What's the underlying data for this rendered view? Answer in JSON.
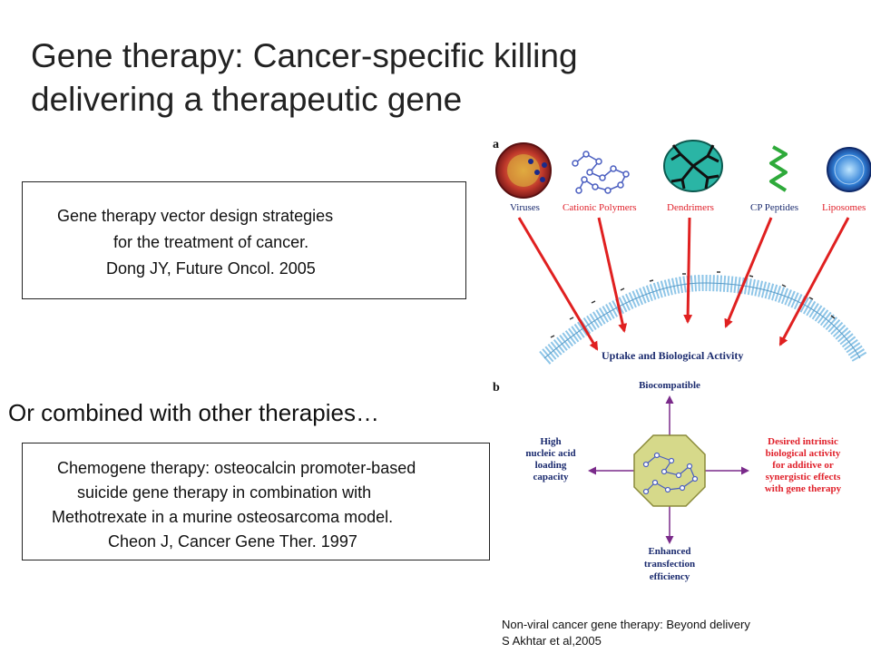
{
  "title": {
    "line1": "Gene therapy: Cancer-specific killing",
    "line2": "delivering a therapeutic gene"
  },
  "reference1": {
    "line1": "Gene therapy vector design strategies",
    "line2": "for the treatment of cancer.",
    "line3": "Dong JY, Future Oncol. 2005"
  },
  "subtitle": "Or combined with other therapies…",
  "reference2": {
    "line1": "Chemogene therapy: osteocalcin promoter-based",
    "line2": "suicide gene therapy in combination with",
    "line3": "Methotrexate in a murine osteosarcoma model.",
    "line4": "Cheon J, Cancer Gene Ther. 1997"
  },
  "figure": {
    "panel_a": {
      "label": "a",
      "vectors": [
        "Viruses",
        "Cationic Polymers",
        "Dendrimers",
        "CP Peptides",
        "Liposomes"
      ],
      "membrane_label": "Uptake and Biological Activity"
    },
    "panel_b": {
      "label": "b",
      "top": "Biocompatible",
      "left": [
        "High",
        "nucleic acid",
        "loading",
        "capacity"
      ],
      "right": [
        "Desired intrinsic",
        "biological activity",
        "for additive or",
        "synergistic effects",
        "with gene therapy"
      ],
      "bottom": [
        "Enhanced",
        "transfection",
        "efficiency"
      ]
    },
    "colors": {
      "arrow_red": "#e02020",
      "label_red": "#e0202a",
      "navy": "#1a2a6e",
      "membrane": "#8fc6e8",
      "virus": "#c0392b",
      "dendrimer": "#2ab5a5",
      "peptide": "#2eaa3a",
      "liposome": "#2f7fd6",
      "octagon": "#d6d98a",
      "purple_arrow": "#7a2a8a"
    }
  },
  "citation": {
    "line1": "Non-viral cancer gene therapy: Beyond delivery",
    "line2": "S Akhtar et al,2005"
  }
}
